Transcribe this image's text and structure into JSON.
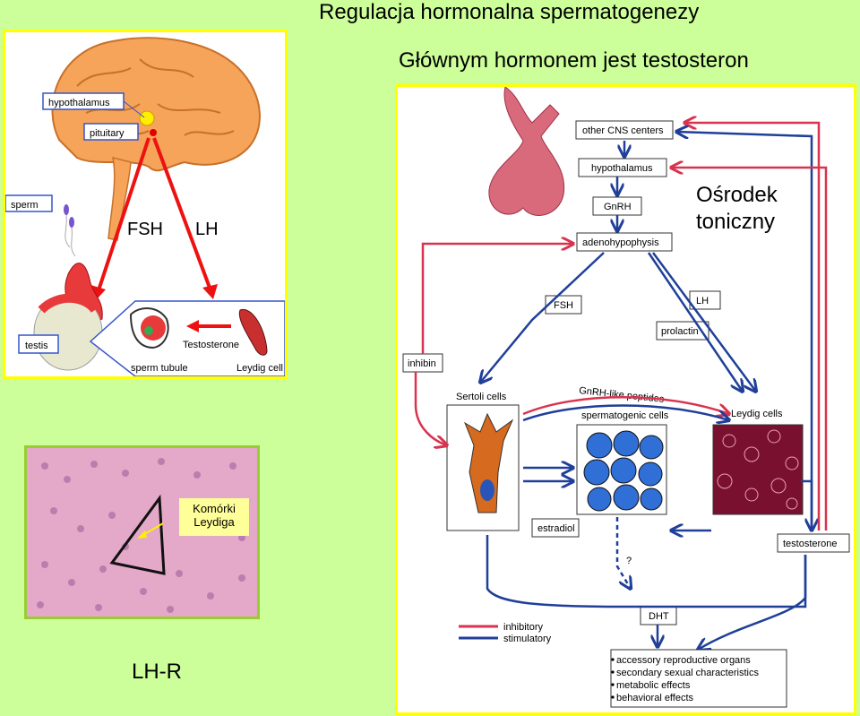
{
  "title": "Regulacja hormonalna spermatogenezy",
  "subtitle": "Głównym hormonem jest testosteron",
  "bottom_label": "LH-R",
  "brain_panel": {
    "hypothalamus": "hypothalamus",
    "pituitary": "pituitary",
    "sperm": "sperm",
    "fsh": "FSH",
    "lh": "LH",
    "testis": "testis",
    "testosterone": "Testosterone",
    "sperm_tubule": "sperm tubule",
    "leydig_cell": "Leydig cell"
  },
  "histology": {
    "callout_line1": "Komórki",
    "callout_line2": "Leydiga"
  },
  "regulation": {
    "other_cns": "other CNS centers",
    "hypothalamus": "hypothalamus",
    "gnrh": "GnRH",
    "adenohypophysis": "adenohypophysis",
    "fsh": "FSH",
    "lh": "LH",
    "prolactin": "prolactin",
    "inhibin": "inhibin",
    "sertoli": "Sertoli cells",
    "gnrh_like": "GnRH-like peptides",
    "spermatogenic": "spermatogenic cells",
    "leydig": "Leydig cells",
    "estradiol": "estradiol",
    "question": "?",
    "testosterone": "testosterone",
    "dht": "DHT",
    "legend_inhibitory": "inhibitory",
    "legend_stimulatory": "stimulatory",
    "effects": [
      "accessory reproductive organs",
      "secondary sexual characteristics",
      "metabolic effects",
      "behavioral effects"
    ],
    "osrodek_line1": "Ośrodek",
    "osrodek_line2": "toniczny"
  },
  "colors": {
    "background": "#ccff99",
    "inhibitory": "#d9334f",
    "stimulatory": "#1f3f99",
    "panel_border": "#ffff00"
  }
}
